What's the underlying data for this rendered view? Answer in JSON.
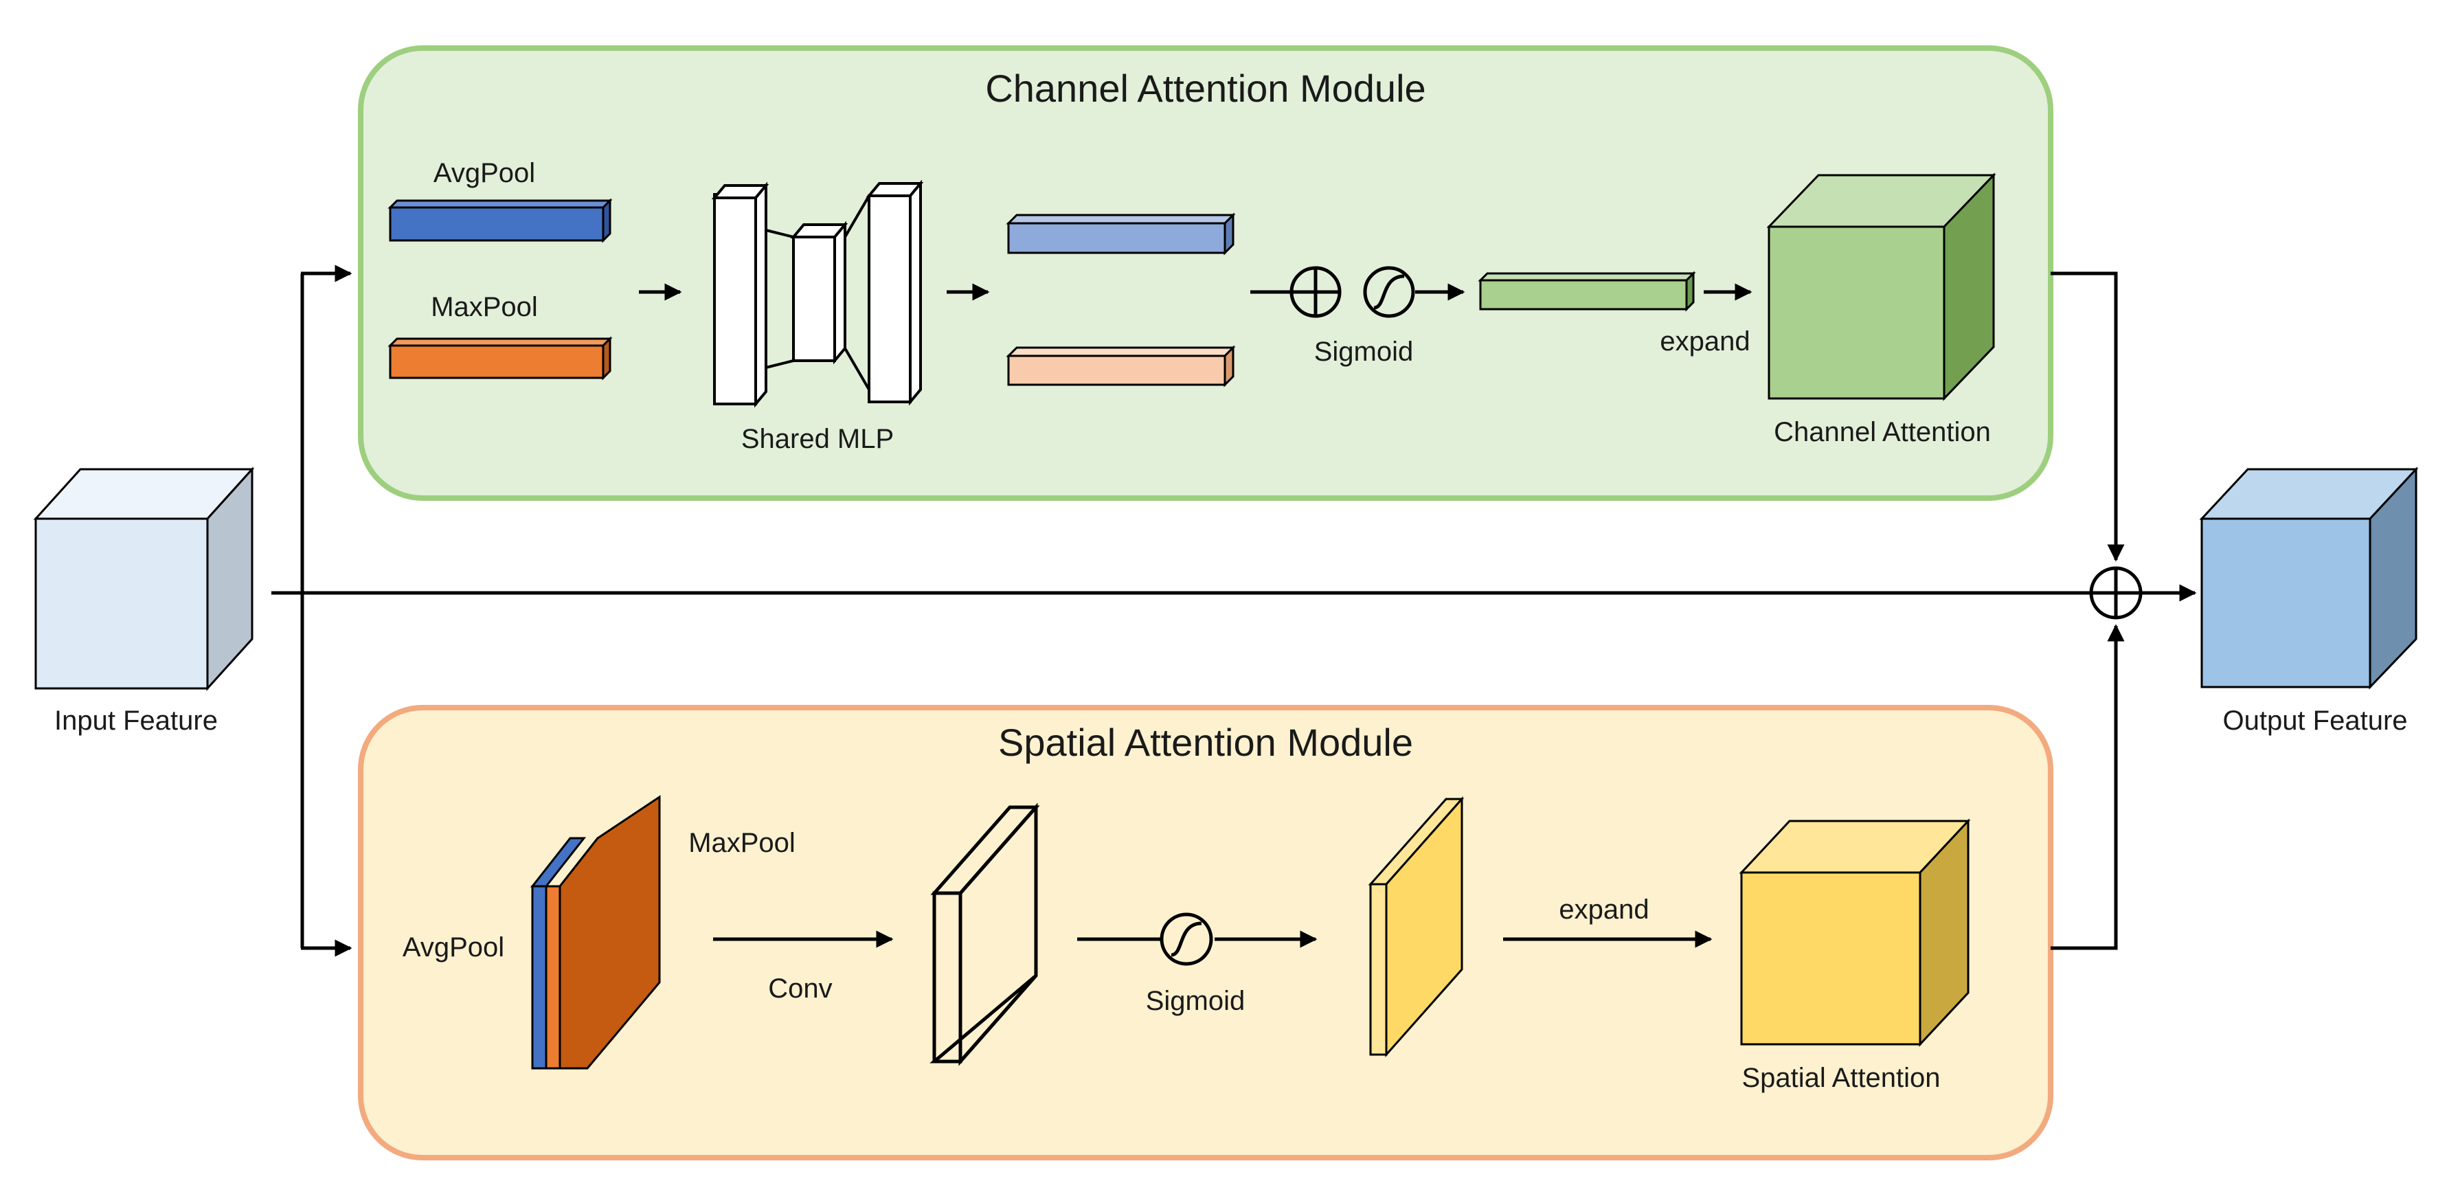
{
  "colors": {
    "channel_module_fill": "#e2efd9",
    "channel_module_border": "#9dcf7e",
    "spatial_module_fill": "#fdf1cf",
    "spatial_module_border": "#f2aa7e",
    "input_cube": "#dfeaf7",
    "output_cube": "#9dc3e6",
    "avgpool_blue": "#4472c4",
    "maxpool_orange": "#ed7d31",
    "mlp_out_blue": "#8eaadb",
    "mlp_out_orange": "#f8cbad",
    "channel_weight_green": "#a9d08e",
    "channel_cube_green": "#a9d08e",
    "spatial_map_yellow": "#ffd966",
    "spatial_cube_yellow": "#ffd966",
    "stack_orange": "#c55a11"
  },
  "labels": {
    "input_feature": "Input Feature",
    "output_feature": "Output Feature",
    "channel_module_title": "Channel Attention Module",
    "spatial_module_title": "Spatial Attention Module",
    "ch_avgpool": "AvgPool",
    "ch_maxpool": "MaxPool",
    "shared_mlp": "Shared MLP",
    "ch_sigmoid": "Sigmoid",
    "ch_expand": "expand",
    "channel_attention": "Channel Attention",
    "sp_avgpool": "AvgPool",
    "sp_maxpool": "MaxPool",
    "conv": "Conv",
    "sp_sigmoid": "Sigmoid",
    "sp_expand": "expand",
    "spatial_attention": "Spatial Attention"
  }
}
